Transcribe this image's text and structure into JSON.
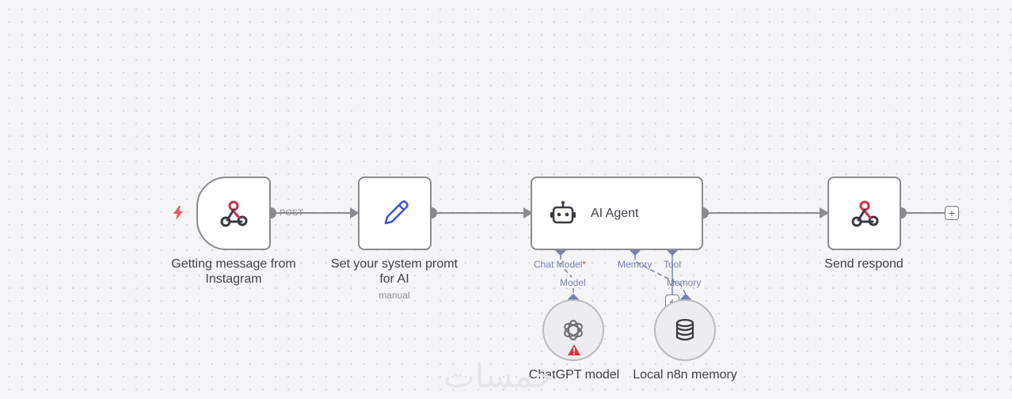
{
  "nodes": {
    "instagram": {
      "title": "Getting message from Instagram",
      "icon": "webhook-icon"
    },
    "set_prompt": {
      "title": "Set your system promt for AI",
      "subtitle": "manual",
      "icon": "pencil-icon"
    },
    "agent": {
      "title": "AI Agent",
      "icon": "robot-icon"
    },
    "respond": {
      "title": "Send respond",
      "icon": "webhook-icon"
    },
    "chatgpt": {
      "title": "ChatGPT model",
      "icon": "openai-icon",
      "status": "warning-icon"
    },
    "memory": {
      "title": "Local n8n memory",
      "icon": "database-icon"
    }
  },
  "agent_ports": {
    "chat_model": "Chat Model",
    "chat_model_required": "*",
    "memory": "Memory",
    "tool": "Tool"
  },
  "sub_ports": {
    "model": "Model",
    "memory": "Memory"
  },
  "edges": {
    "post_label": "POST"
  },
  "plus_symbol": "+",
  "watermark": "خمسات",
  "colors": {
    "accent_ports": "#7a80b0",
    "trigger_bolt": "#ef5a5a",
    "webhook_red": "#c9304a",
    "pencil_blue": "#3a55d8",
    "warning": "#e0333b"
  }
}
